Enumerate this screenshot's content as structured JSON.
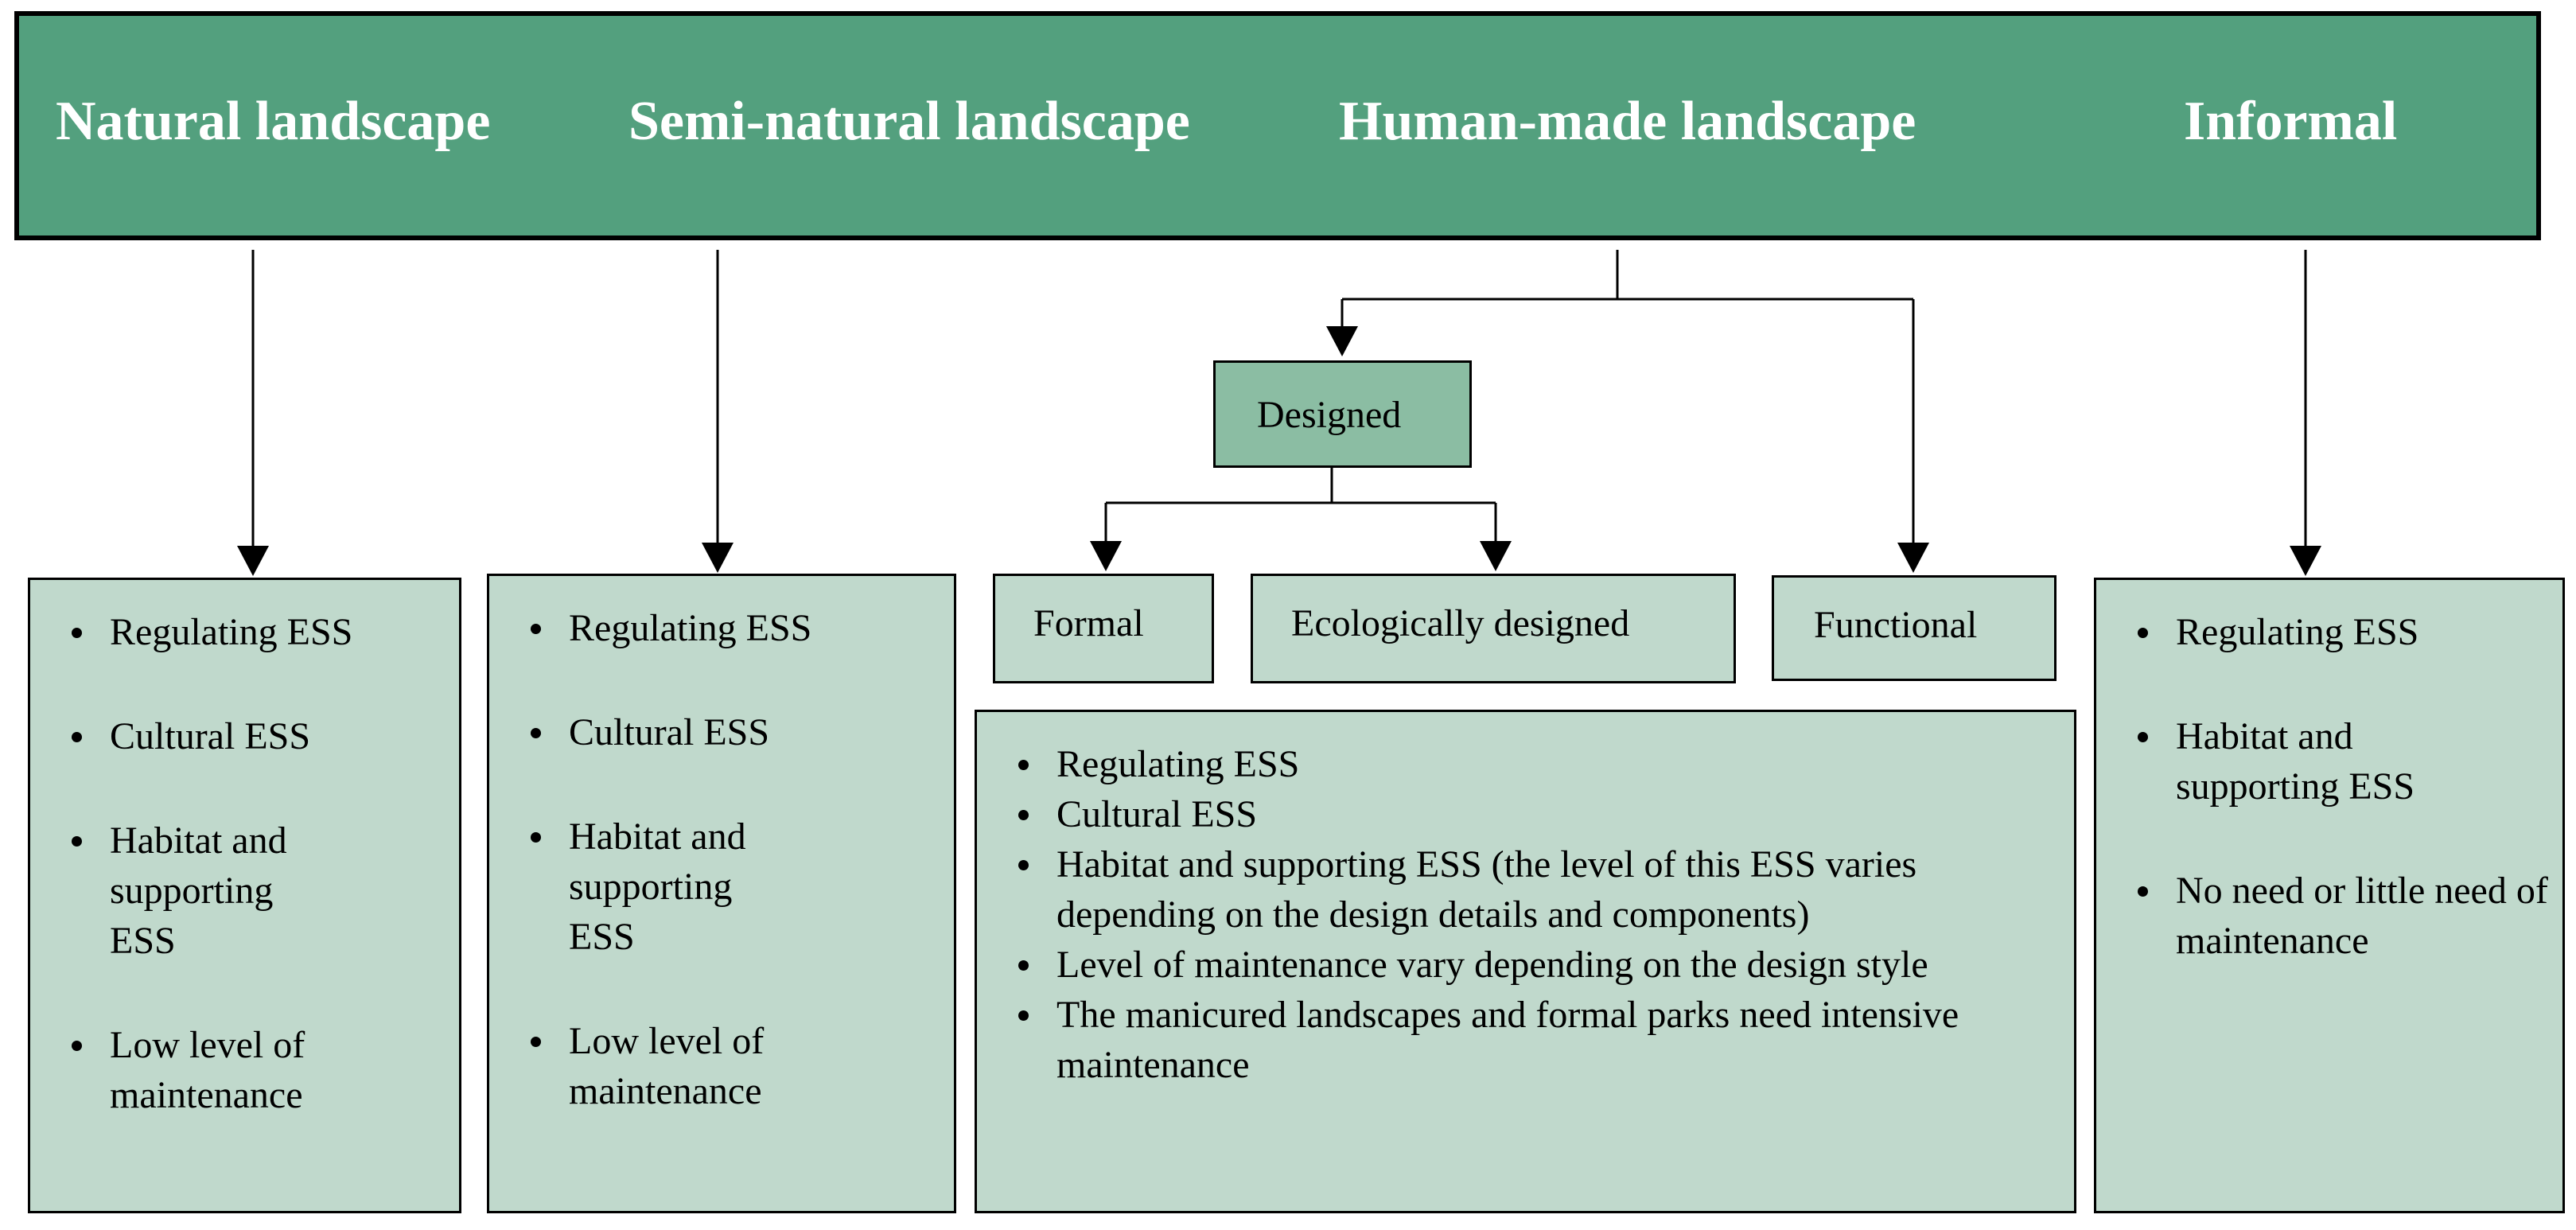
{
  "header": {
    "natural": "Natural landscape",
    "semi_natural": "Semi-natural landscape",
    "human_made": "Human-made landscape",
    "informal": "Informal"
  },
  "nodes": {
    "designed": "Designed",
    "formal": "Formal",
    "ecologically_designed": "Ecologically designed",
    "functional": "Functional"
  },
  "natural_list": [
    "Regulating ESS",
    "Cultural ESS",
    "Habitat and supporting ESS",
    "Low level of maintenance"
  ],
  "semi_natural_list": [
    "Regulating ESS",
    "Cultural ESS",
    "Habitat and supporting ESS",
    "Low level of maintenance"
  ],
  "human_made_list": [
    "Regulating ESS",
    "Cultural ESS",
    "Habitat and supporting ESS (the level of this ESS varies depending on the design details and components)",
    "Level of maintenance vary depending on the design style",
    "The manicured landscapes and formal parks need intensive maintenance"
  ],
  "informal_list": [
    "Regulating ESS",
    "Habitat and supporting ESS",
    "No need or little need of maintenance"
  ],
  "colors": {
    "header_fill": "#53a07e",
    "box_fill": "#c0d9cc",
    "designed_fill": "#8bbda3",
    "line": "#000000"
  }
}
